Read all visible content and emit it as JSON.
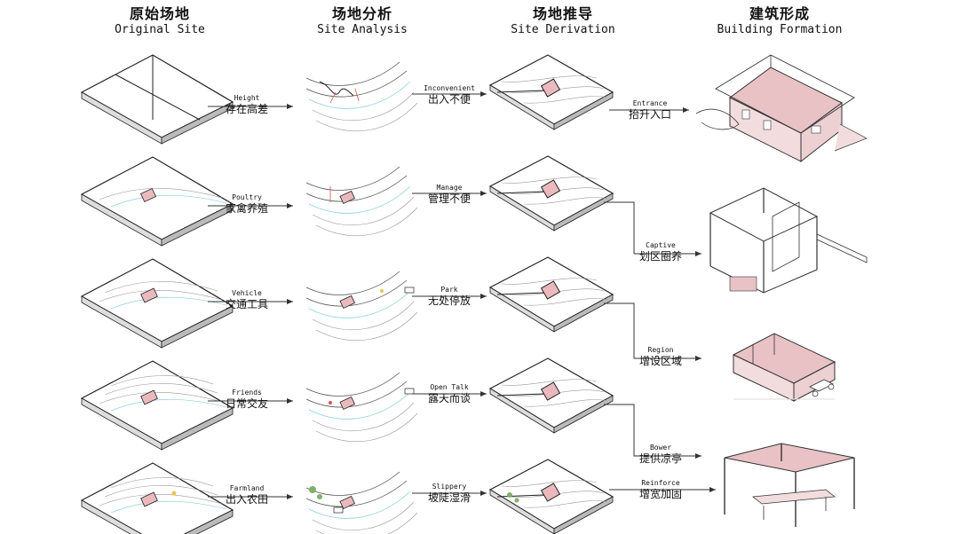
{
  "columns": [
    {
      "zh": "原始场地",
      "en": "Original Site"
    },
    {
      "zh": "场地分析",
      "en": "Site Analysis"
    },
    {
      "zh": "场地推导",
      "en": "Site Derivation"
    },
    {
      "zh": "建筑形成",
      "en": "Building Formation"
    }
  ],
  "analysis_labels": [
    {
      "en": "Height",
      "zh": "存在高差"
    },
    {
      "en": "Poultry",
      "zh": "家禽养殖"
    },
    {
      "en": "Vehicle",
      "zh": "交通工具"
    },
    {
      "en": "Friends",
      "zh": "日常交友"
    },
    {
      "en": "Farmland",
      "zh": "出入农田"
    }
  ],
  "derivation_labels": [
    {
      "en": "Inconvenient",
      "zh": "出入不便"
    },
    {
      "en": "Manage",
      "zh": "管理不便"
    },
    {
      "en": "Park",
      "zh": "无处停放"
    },
    {
      "en": "Open Talk",
      "zh": "露天而谈"
    },
    {
      "en": "Slippery",
      "zh": "坡陡湿滑"
    }
  ],
  "building_labels": [
    {
      "en": "Entrance",
      "zh": "抬升入口"
    },
    {
      "en": "Captive",
      "zh": "划区圈养"
    },
    {
      "en": "Region",
      "zh": "增设区域"
    },
    {
      "en": "Bower",
      "zh": "提供凉亭"
    },
    {
      "en": "Reinforce",
      "zh": "增宽加固"
    }
  ],
  "colors": {
    "accent": "#e9b9bd",
    "line": "#222222",
    "contour": "#9a9a9a",
    "water": "#8fd0d8"
  }
}
